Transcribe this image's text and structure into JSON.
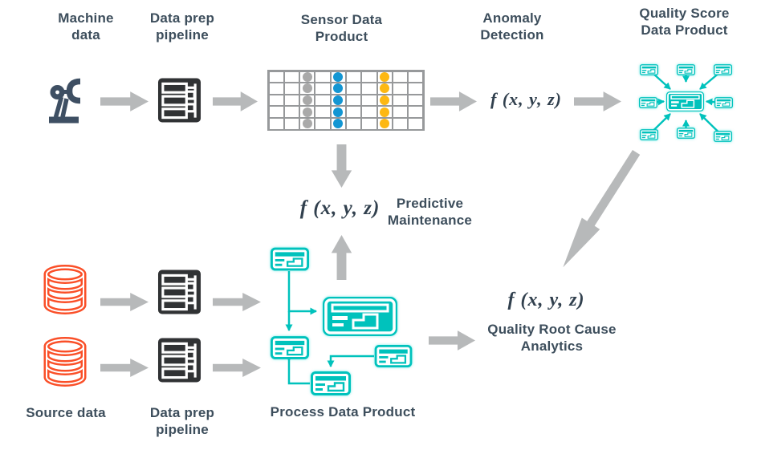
{
  "colors": {
    "text": "#3d4e5c",
    "formula_text": "#31404e",
    "arrow": "#b7b9ba",
    "teal": "#00c2bc",
    "orange": "#fa4f28",
    "dark_icon": "#303234",
    "robot": "#3e4f63",
    "grid_line": "#97999b",
    "dot_gray": "#a9a9a9",
    "dot_blue": "#1396d3",
    "dot_yellow": "#fdb813"
  },
  "nodes": {
    "machine_data": {
      "label": "Machine\ndata"
    },
    "data_prep_top": {
      "label": "Data prep\npipeline"
    },
    "sensor_data_product": {
      "label": "Sensor Data\nProduct"
    },
    "anomaly_detection": {
      "label": "Anomaly\nDetection",
      "formula": "f (x, y, z)"
    },
    "quality_score_product": {
      "label": "Quality Score\nData Product"
    },
    "predictive_maintenance": {
      "label": "Predictive\nMaintenance",
      "formula": "f (x, y, z)"
    },
    "source_data": {
      "label": "Source data"
    },
    "data_prep_bottom": {
      "label": "Data prep\npipeline"
    },
    "process_data_product": {
      "label": "Process Data Product"
    },
    "quality_root_cause": {
      "label": "Quality Root Cause\nAnalytics",
      "formula": "f (x, y, z)"
    }
  },
  "sensor_grid": {
    "columns": 10,
    "rows": 5,
    "dots": [
      {
        "column": 3,
        "color_key": "dot_gray",
        "label": "gray"
      },
      {
        "column": 5,
        "color_key": "dot_blue",
        "label": "blue"
      },
      {
        "column": 8,
        "color_key": "dot_yellow",
        "label": "yellow"
      }
    ]
  },
  "quality_network": {
    "satellite_count": 8
  },
  "process_tree": {
    "card_count": 5
  }
}
